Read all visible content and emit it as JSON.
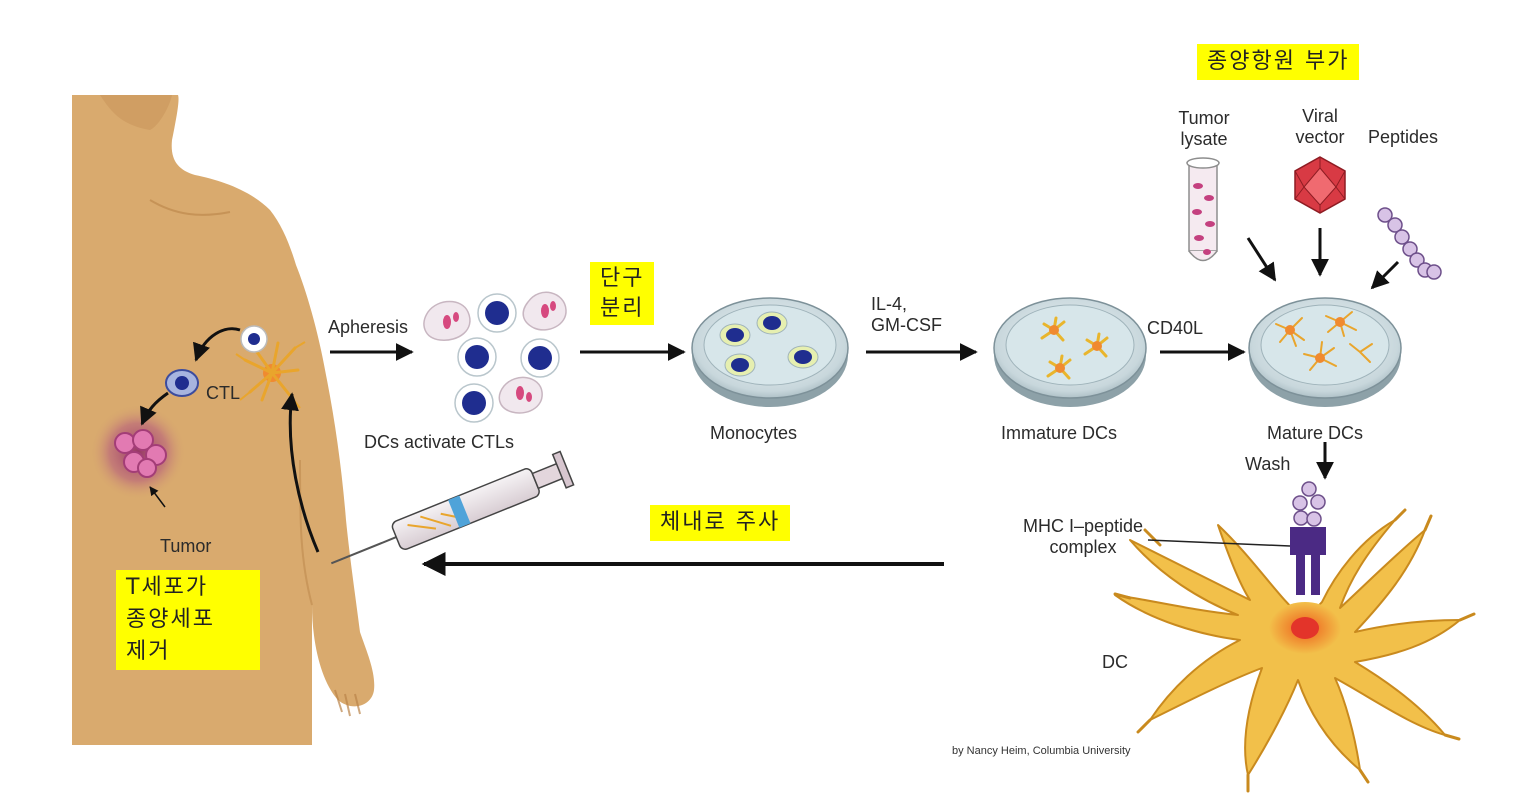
{
  "notes": {
    "add_antigen": "종양항원 부가",
    "monocyte_sep_l1": "단구",
    "monocyte_sep_l2": "분리",
    "inject": "체내로 주사",
    "tcell_l1": "T세포가",
    "tcell_l2": "종양세포",
    "tcell_l3": "제거"
  },
  "antigen_sources": {
    "tumor_lysate_l1": "Tumor",
    "tumor_lysate_l2": "lysate",
    "viral_vector_l1": "Viral",
    "viral_vector_l2": "vector",
    "peptides": "Peptides"
  },
  "steps": {
    "apheresis": "Apheresis",
    "cytokines_l1": "IL-4,",
    "cytokines_l2": "GM-CSF",
    "cd40l": "CD40L",
    "wash": "Wash"
  },
  "stages": {
    "dcs_activate": "DCs activate CTLs",
    "monocytes": "Monocytes",
    "immature": "Immature DCs",
    "mature": "Mature DCs"
  },
  "body": {
    "ctl": "CTL",
    "tumor": "Tumor"
  },
  "dc": {
    "mhc_l1": "MHC I–peptide",
    "mhc_l2": "complex",
    "dc_label": "DC"
  },
  "credit": "by Nancy Heim, Columbia University",
  "colors": {
    "highlight": "#ffff00",
    "skin": "#d9aa6e",
    "dc_body": "#f2c04a",
    "tumor": "#c2568f",
    "receptor": "#4b2a84",
    "virus": "#d83a44",
    "cell_nucleus": "#1f2d8f"
  }
}
